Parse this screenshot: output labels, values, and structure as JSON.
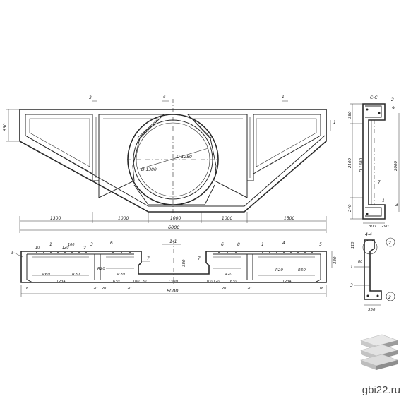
{
  "site": {
    "label": "gbi22.ru"
  },
  "colors": {
    "line": "#2a2a2a",
    "background": "#ffffff",
    "logo_top": "#e6e6e6",
    "logo_side": "#9a9a9a",
    "site_text": "#4a4a4a"
  },
  "elevation": {
    "segments": [
      "1300",
      "1000",
      "1000",
      "1000",
      "1500"
    ],
    "total": "6000",
    "diameters": [
      "D 1280",
      "D 1380"
    ],
    "section_marks": [
      "3",
      "c",
      "1",
      "1"
    ],
    "left_heights": [
      "630"
    ]
  },
  "section_c": {
    "title": "C-C",
    "marks": [
      "9",
      "2",
      "1",
      "3",
      "7"
    ],
    "heights": [
      "380",
      "2100",
      "D 1380",
      "2000",
      "240"
    ],
    "widths": [
      "300",
      "290"
    ]
  },
  "plan": {
    "section_label": "1-1",
    "total": "6000",
    "left_marks": [
      "5",
      "10",
      "1",
      "3",
      "2",
      "6",
      "7"
    ],
    "right_marks": [
      "6",
      "8",
      "1",
      "4",
      "5"
    ],
    "radii_left": [
      "R60",
      "R20",
      "R20",
      "R20"
    ],
    "radii_right": [
      "R20",
      "R20",
      "R60"
    ],
    "dims_left": [
      "16",
      "1234",
      "20",
      "20",
      "630",
      "20",
      "100",
      "120"
    ],
    "dims_center": "1300",
    "dims_right": [
      "100",
      "120",
      "20",
      "630",
      "20",
      "1234",
      "16"
    ],
    "height": "380",
    "right_height": "380",
    "pipe_marks": [
      "120",
      "100"
    ]
  },
  "section_4": {
    "title": "4-4",
    "marks": [
      "2",
      "2",
      "1",
      "3"
    ],
    "dims": [
      "80",
      "350"
    ],
    "side": "110"
  }
}
